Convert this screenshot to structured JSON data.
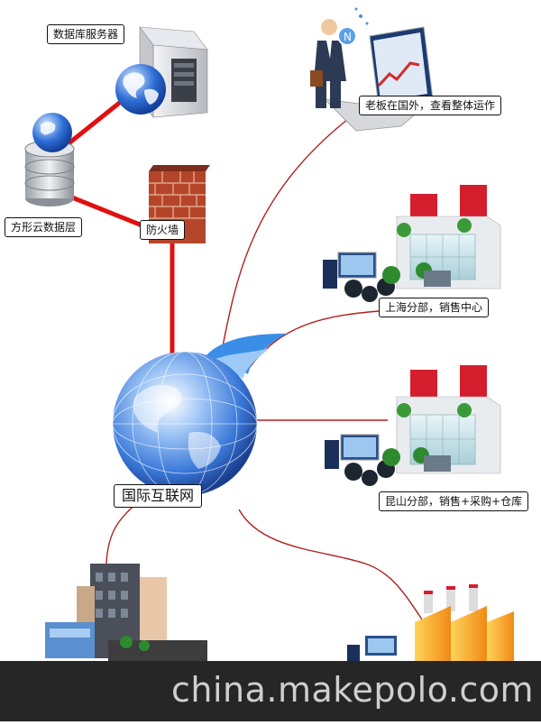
{
  "nodes": {
    "db_server": "数据库服务器",
    "cloud_data_layer": "方形云数据层",
    "firewall": "防火墙",
    "boss_abroad": "老板在国外，查看整体运作",
    "shanghai_branch": "上海分部，销售中心",
    "internet": "国际互联网",
    "kunshan_branch": "昆山分部，销售+采购+仓库"
  },
  "watermark": "china.makepolo.com",
  "colors": {
    "red_link": "#e01010",
    "thin_link": "#b02020",
    "footer_bg": "#262626",
    "globe_blue": "#3a78d8",
    "building_red": "#d41e2e",
    "factory_orange": "#f5a623"
  }
}
